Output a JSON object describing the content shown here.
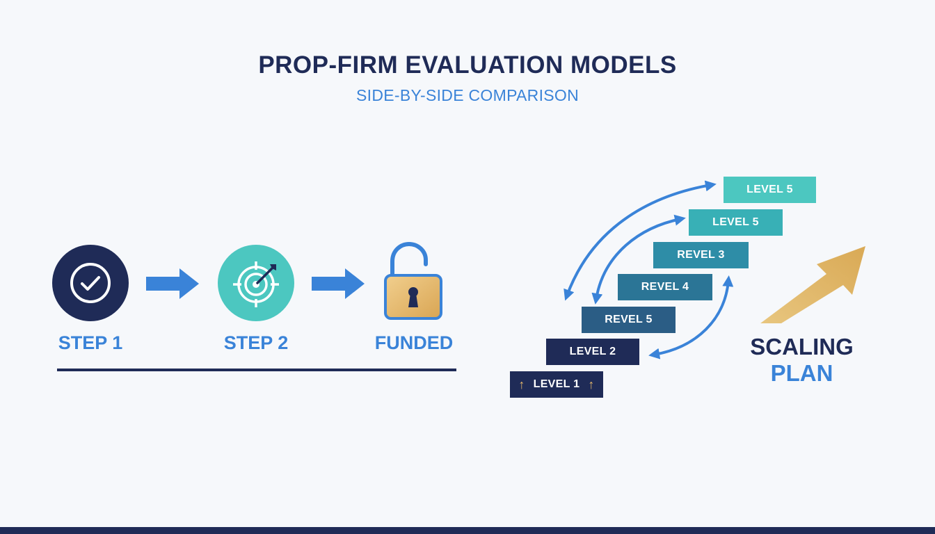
{
  "header": {
    "title": "PROP-FIRM EVALUATION MODELS",
    "subtitle": "SIDE-BY-SIDE COMPARISON"
  },
  "evaluation_flow": {
    "steps": [
      {
        "label": "STEP 1",
        "icon": "check-circle-icon"
      },
      {
        "label": "STEP 2",
        "icon": "target-icon"
      },
      {
        "label": "FUNDED",
        "icon": "unlocked-padlock-icon"
      }
    ]
  },
  "scaling_plan": {
    "levels": [
      "LEVEL 5",
      "LEVEL 5",
      "REVEL 3",
      "REVEL 4",
      "REVEL 5",
      "LEVEL 2",
      "LEVEL 1"
    ],
    "title_line1": "SCALING",
    "title_line2": "PLAN",
    "up_arrow_glyph": "↑"
  },
  "colors": {
    "navy": "#1f2b57",
    "blue": "#3a83d8",
    "teal": "#4cc7c0",
    "gold": "#e5b76a",
    "background": "#f6f8fb"
  }
}
